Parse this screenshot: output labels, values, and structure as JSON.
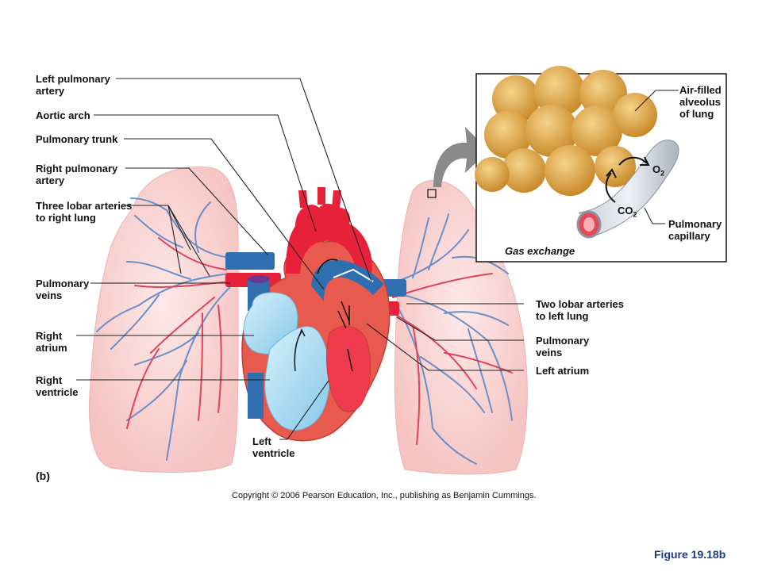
{
  "labels": {
    "left_pulmonary_artery": "Left pulmonary\nartery",
    "aortic_arch": "Aortic arch",
    "pulmonary_trunk": "Pulmonary trunk",
    "right_pulmonary_artery": "Right pulmonary\nartery",
    "three_lobar": "Three lobar arteries\nto right lung",
    "pulmonary_veins_left": "Pulmonary\nveins",
    "right_atrium": "Right\natrium",
    "right_ventricle": "Right\nventricle",
    "left_ventricle": "Left\nventricle",
    "two_lobar": "Two lobar arteries\nto left lung",
    "pulmonary_veins_right": "Pulmonary\nveins",
    "left_atrium": "Left atrium",
    "air_filled": "Air-filled\nalveolus\nof lung",
    "pulmonary_capillary": "Pulmonary\ncapillary",
    "o2": "O",
    "o2_sub": "2",
    "co2": "CO",
    "co2_sub": "2",
    "gas_exchange": "Gas exchange"
  },
  "panel_tag": "(b)",
  "copyright": "Copyright © 2006 Pearson Education, Inc., publishing as Benjamin Cummings.",
  "figure": "Figure 19.18b",
  "colors": {
    "lung": "#f9d4d2",
    "artery_blue": "#2f6fb0",
    "vein_red": "#e8213a",
    "alveolus": "#e3a94a",
    "figure_text": "#1b3a8a"
  }
}
